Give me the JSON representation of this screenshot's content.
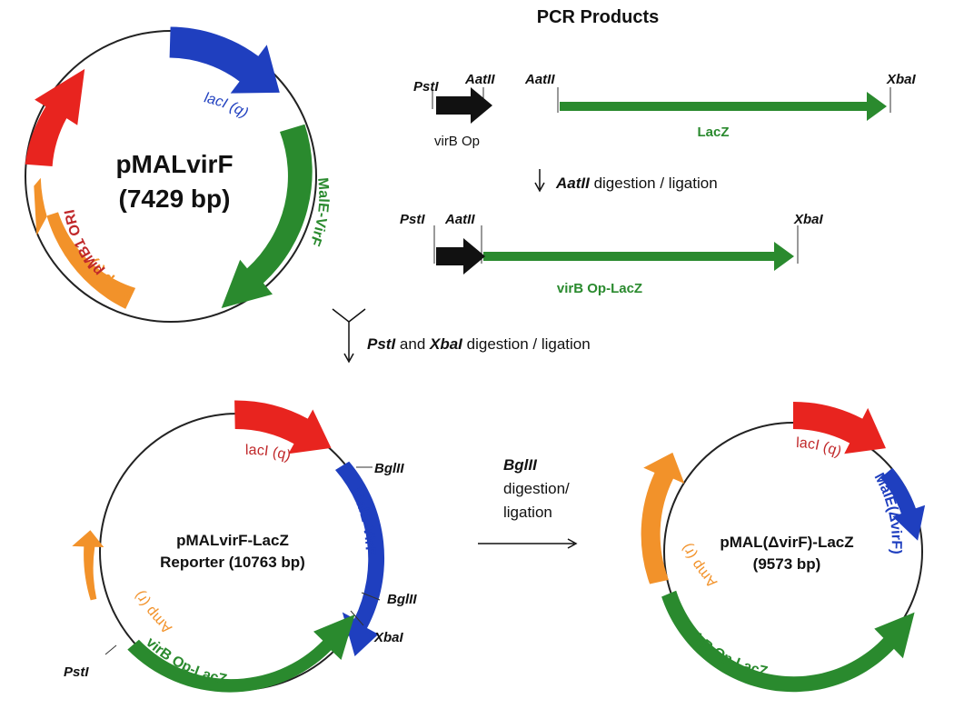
{
  "colors": {
    "red": "#e8241f",
    "blue": "#1f3fbf",
    "green": "#2a8a2e",
    "orange": "#f2922a",
    "dark_red": "#c0282a",
    "black": "#111111"
  },
  "pcr": {
    "title": "PCR Products",
    "fragment1": {
      "site_left": "PstI",
      "site_right": "AatII",
      "label": "virB Op"
    },
    "fragment2": {
      "site_left": "AatII",
      "site_right": "XbaI",
      "label": "LacZ"
    },
    "step1": {
      "enzyme": "AatII",
      "text": " digestion / ligation"
    },
    "fragment3": {
      "site_left": "PstI",
      "site_mid": "AatII",
      "site_right": "XbaI",
      "label": "virB Op-LacZ"
    }
  },
  "step2": {
    "enzyme1": "PstI",
    "mid": " and ",
    "enzyme2": "XbaI",
    "text": " digestion / ligation"
  },
  "step3": {
    "enzyme": "BglII",
    "line2": "digestion/",
    "line3": "ligation"
  },
  "plasmids": {
    "p1": {
      "name": "pMALvirF",
      "size": "(7429 bp)",
      "segments": {
        "lacI": "lacI (q)",
        "malE": "MalE-VirF",
        "amp": "Amp (r)",
        "ori": "pMB1 ORI"
      }
    },
    "p2": {
      "name": "pMALvirF-LacZ",
      "size": "Reporter (10763 bp)",
      "segments": {
        "lacI": "lacI (q)",
        "malE": "MalE-VirF",
        "amp": "Amp (r)",
        "lacZ": "virB Op-LacZ"
      },
      "sites": {
        "bgl_top": "BglII",
        "bgl_bottom": "BglII",
        "xba": "XbaI",
        "pst": "PstI"
      }
    },
    "p3": {
      "name": "pMAL(ΔvirF)-LacZ",
      "size": "(9573 bp)",
      "segments": {
        "lacI": "lacI (q)",
        "malE": "MalE(ΔvirF)",
        "amp": "Amp (r)",
        "lacZ": "virB Op-LacZ"
      }
    }
  }
}
